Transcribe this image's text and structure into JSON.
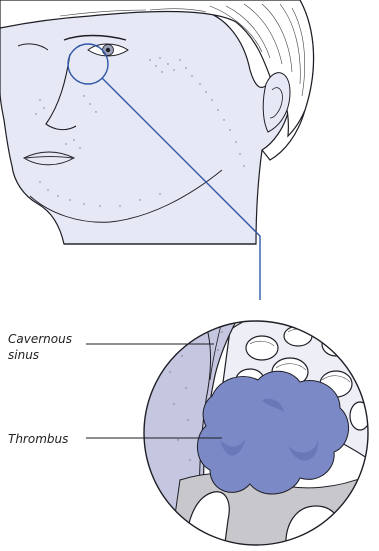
{
  "labels": {
    "cavernous_sinus": [
      "Cavernous",
      "sinus"
    ],
    "thrombus": "Thrombus"
  },
  "colors": {
    "skin": "#e7e8f5",
    "line": "#1e1e26",
    "callout": "#2f57a8",
    "sinus_wall": "#c5c6e0",
    "sinus_wall_dark": "#a9abcc",
    "thrombus": "#7b8ac6",
    "thrombus_shadow": "#5f6db0",
    "inner_bg": "#ffffff",
    "grey_tissue": "#c8c8cc"
  }
}
